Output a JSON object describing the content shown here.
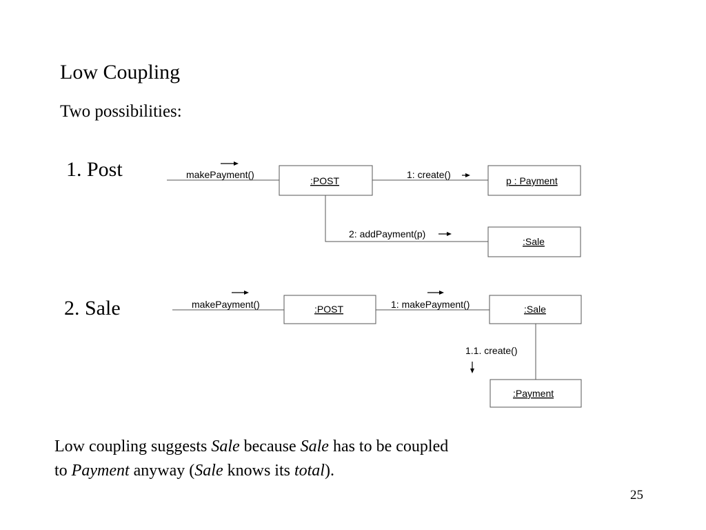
{
  "slide": {
    "title": "Low Coupling",
    "subtitle": "Two possibilities:",
    "page_number": "25"
  },
  "option1": {
    "label": "1. Post",
    "incoming_message": "makePayment()",
    "objects": {
      "post": ":POST",
      "payment": "p : Payment",
      "sale": ":Sale"
    },
    "messages": {
      "create": "1: create()",
      "add_payment": "2: addPayment(p)"
    }
  },
  "option2": {
    "label": "2. Sale",
    "incoming_message": "makePayment()",
    "objects": {
      "post": ":POST",
      "sale": ":Sale",
      "payment": ":Payment"
    },
    "messages": {
      "make_payment": "1: makePayment()",
      "create": "1.1. create()"
    }
  },
  "conclusion": {
    "p1": "Low coupling suggests ",
    "sale1": "Sale",
    "p2": " because ",
    "sale2": "Sale",
    "p3": " has to be coupled",
    "p4": "to ",
    "payment": "Payment",
    "p5": " anyway (",
    "sale3": "Sale",
    "p6": " knows its ",
    "total": "total",
    "p7": ")."
  }
}
